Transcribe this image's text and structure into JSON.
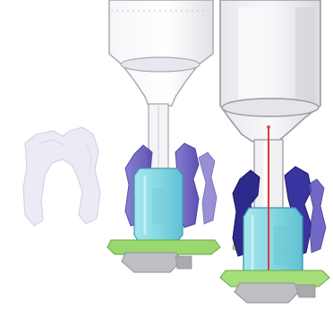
{
  "scene": {
    "colors": {
      "background": "#ffffff",
      "outline": "#9e9a9e",
      "glass_light": "#f2f1f4",
      "glass_shade": "#dedce2",
      "blue_violet": "#5b4fb8",
      "blue_violet_dark": "#2e2a8c",
      "blue_violet_ghost": "#dcd8ef",
      "cyan": "#86d8e2",
      "cyan_dark": "#4cb3c8",
      "green": "#9ad86f",
      "gray_base": "#b9bbbf",
      "red_line": "#e03a3a"
    },
    "components": [
      "ghost-clamp",
      "left-cartridge",
      "right-cartridge"
    ]
  }
}
